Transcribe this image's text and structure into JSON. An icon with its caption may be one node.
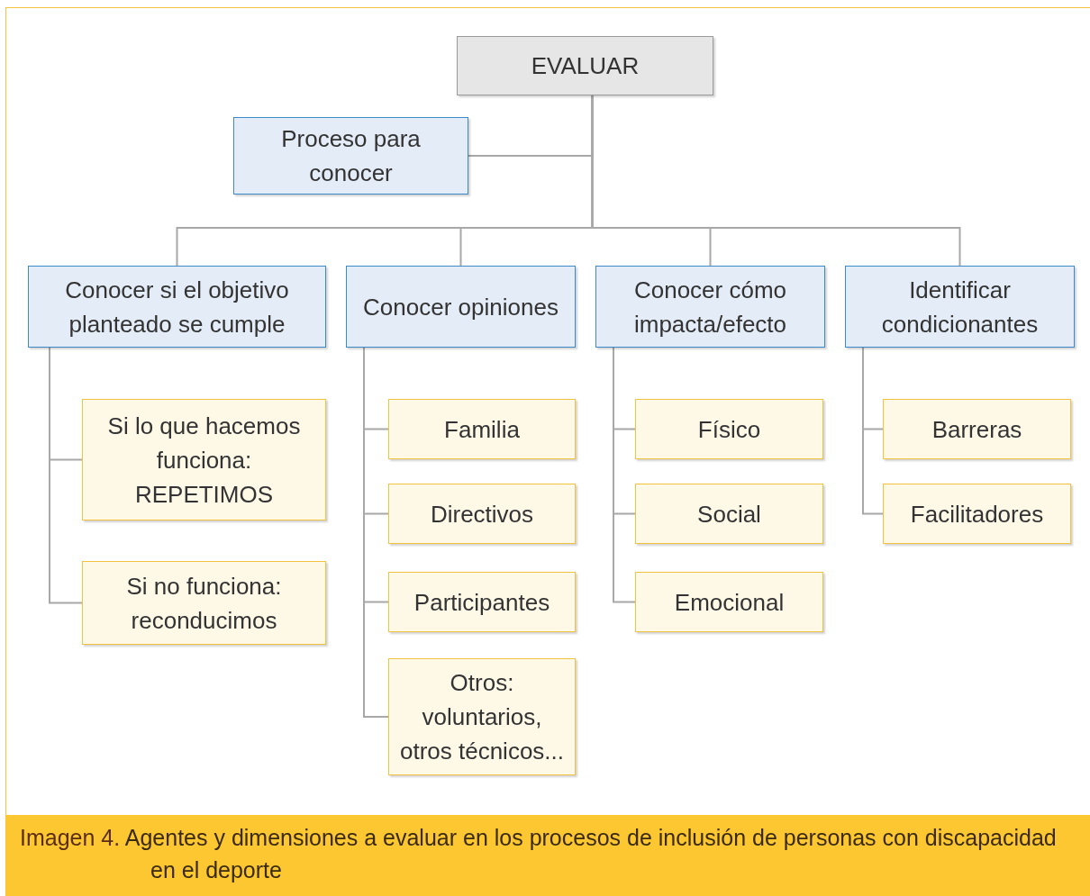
{
  "diagram": {
    "nodes": [
      {
        "text": [
          "EVALUAR"
        ]
      },
      {
        "text": [
          "Proceso para conocer"
        ]
      },
      {
        "text": [
          "Conocer si el objetivo planteado se cumple"
        ]
      },
      {
        "text": [
          "Conocer opiniones"
        ]
      },
      {
        "text": [
          "Conocer cómo impacta/efecto"
        ]
      },
      {
        "text": [
          "Identificar condicionantes"
        ]
      },
      {
        "text": [
          "Si lo que hacemos funciona: REPETIMOS"
        ]
      },
      {
        "text": [
          "Si no funciona: reconducimos"
        ]
      },
      {
        "text": [
          "Familia"
        ]
      },
      {
        "text": [
          "Directivos"
        ]
      },
      {
        "text": [
          "Participantes"
        ]
      },
      {
        "text": [
          "Otros: voluntarios, otros técnicos..."
        ]
      },
      {
        "text": [
          "Físico"
        ]
      },
      {
        "text": [
          "Social"
        ]
      },
      {
        "text": [
          "Emocional"
        ]
      },
      {
        "text": [
          "Barreras"
        ]
      },
      {
        "text": [
          "Facilitadores"
        ]
      }
    ],
    "edges": [
      {
        "from": 0,
        "to": 1,
        "arrow": "none"
      },
      {
        "from": 0,
        "to": 2,
        "arrow": "none"
      },
      {
        "from": 0,
        "to": 3,
        "arrow": "none"
      },
      {
        "from": 0,
        "to": 4,
        "arrow": "none"
      },
      {
        "from": 0,
        "to": 5,
        "arrow": "none"
      },
      {
        "from": 2,
        "to": 6,
        "arrow": "none"
      },
      {
        "from": 2,
        "to": 7,
        "arrow": "none"
      },
      {
        "from": 3,
        "to": 8,
        "arrow": "none"
      },
      {
        "from": 3,
        "to": 9,
        "arrow": "none"
      },
      {
        "from": 3,
        "to": 10,
        "arrow": "none"
      },
      {
        "from": 3,
        "to": 11,
        "arrow": "none"
      },
      {
        "from": 4,
        "to": 12,
        "arrow": "none"
      },
      {
        "from": 4,
        "to": 13,
        "arrow": "none"
      },
      {
        "from": 4,
        "to": 14,
        "arrow": "none"
      },
      {
        "from": 5,
        "to": 15,
        "arrow": "none"
      },
      {
        "from": 5,
        "to": 16,
        "arrow": "none"
      }
    ],
    "caption": "**Imagen 4.** Agentes y dimensiones a evaluar en los procesos de inclusión de personas con discapacidad en el deporte"
  }
}
